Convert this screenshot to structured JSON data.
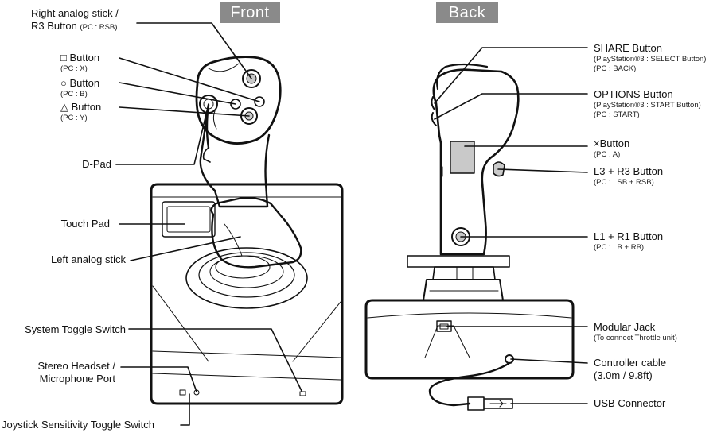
{
  "views": {
    "front": "Front",
    "back": "Back"
  },
  "colors": {
    "tab_bg": "#8a8a8a",
    "line": "#111111"
  },
  "front_labels": {
    "right_stick_1": "Right analog stick /",
    "right_stick_2": "R3 Button",
    "right_stick_pc": "(PC : RSB)",
    "square": "□ Button",
    "square_pc": "(PC : X)",
    "circle": "○ Button",
    "circle_pc": "(PC : B)",
    "triangle": "△ Button",
    "triangle_pc": "(PC : Y)",
    "dpad": "D-Pad",
    "touchpad": "Touch Pad",
    "left_stick": "Left analog stick",
    "system_toggle": "System Toggle Switch",
    "headset_1": "Stereo Headset /",
    "headset_2": "Microphone Port",
    "sensitivity": "Joystick Sensitivity Toggle Switch"
  },
  "back_labels": {
    "share": "SHARE Button",
    "share_ps3": "(PlayStation®3 : SELECT Button)",
    "share_pc": "(PC : BACK)",
    "options": "OPTIONS Button",
    "options_ps3": "(PlayStation®3 : START Button)",
    "options_pc": "(PC : START)",
    "cross": "×Button",
    "cross_pc": "(PC : A)",
    "l3r3": "L3 + R3 Button",
    "l3r3_pc": "(PC : LSB + RSB)",
    "l1r1": "L1 + R1 Button",
    "l1r1_pc": "(PC : LB + RB)",
    "modular": "Modular Jack",
    "modular_sub": "(To connect Throttle unit)",
    "cable": "Controller cable",
    "cable_sub": "(3.0m / 9.8ft)",
    "usb": "USB Connector"
  }
}
